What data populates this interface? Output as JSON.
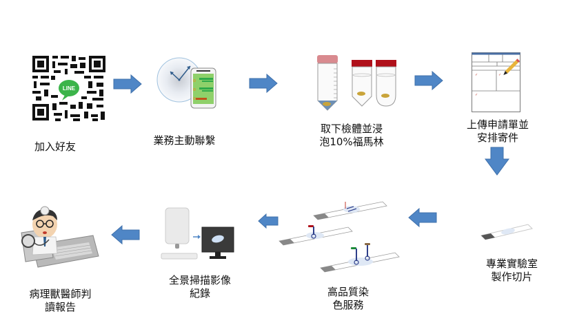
{
  "title": "病理檢驗服務流程",
  "steps": [
    {
      "label": "加入好友",
      "icon": "line-qr-code-icon",
      "badge": "LINE"
    },
    {
      "label": "業務主動聯繫",
      "icon": "clock-phone-icon"
    },
    {
      "label_line1": "取下檢體並浸",
      "label_line2": "泡10%福馬林",
      "icon": "specimen-tubes-icon"
    },
    {
      "label_line1": "上傳申請單並",
      "label_line2": "安排寄件",
      "icon": "application-form-icon"
    },
    {
      "label_line1": "專業實驗室",
      "label_line2": "製作切片",
      "icon": "glass-slide-icon"
    },
    {
      "label_line1": "高品質染",
      "label_line2": "色服務",
      "icon": "stained-slides-icon"
    },
    {
      "label_line1": "全景掃描影像",
      "label_line2": "紀錄",
      "icon": "slide-scanner-icon"
    },
    {
      "label_line1": "病理獸醫師判",
      "label_line2": "讀報告",
      "icon": "veterinarian-doctor-icon"
    }
  ],
  "colors": {
    "arrow": "#4f86c6",
    "arrow_border": "#3f70ab",
    "line_green": "#3bb44a",
    "tube_cap": "#b0101a",
    "tube_cap_light": "#d98a8f",
    "phone_screen": "#8fd06a"
  }
}
